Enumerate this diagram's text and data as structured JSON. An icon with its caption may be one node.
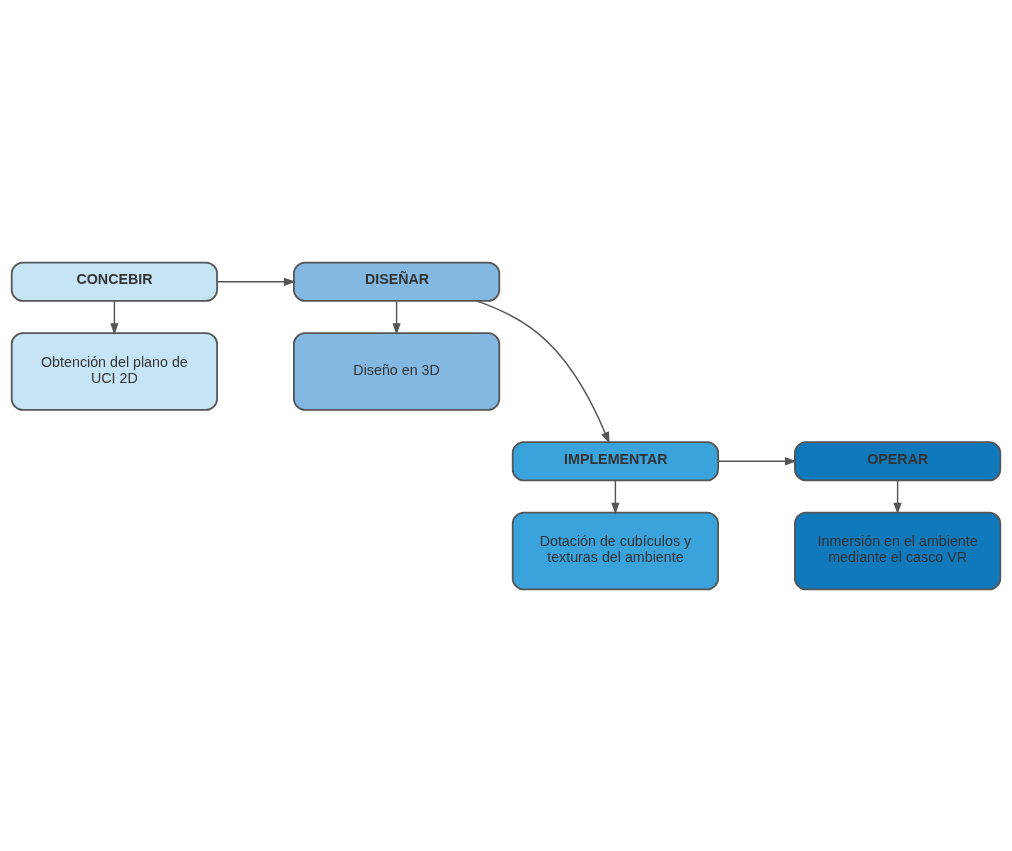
{
  "diagram": {
    "nodes": [
      {
        "text": [
          "CONCEBIR"
        ]
      },
      {
        "text": [
          "Obtención del plano de UCI 2D"
        ]
      },
      {
        "text": [
          "DISEÑAR"
        ]
      },
      {
        "text": [
          "Diseño en 3D"
        ]
      },
      {
        "text": [
          "OPERAR"
        ]
      },
      {
        "text": [
          "Inmersión en el ambiente mediante el casco VR"
        ]
      },
      {
        "text": [
          "IMPLEMENTAR"
        ]
      },
      {
        "text": [
          "Dotación de cubículos y texturas del ambiente"
        ]
      }
    ],
    "edges": [
      {
        "from": 0,
        "to": 2,
        "arrow": "to"
      },
      {
        "from": 0,
        "to": 1,
        "arrow": "to"
      },
      {
        "from": 2,
        "to": 3,
        "arrow": "to"
      },
      {
        "from": 2,
        "to": 6,
        "arrow": "to"
      },
      {
        "from": 6,
        "to": 4,
        "arrow": "to"
      },
      {
        "from": 6,
        "to": 7,
        "arrow": "to"
      },
      {
        "from": 4,
        "to": 5,
        "arrow": "to"
      }
    ]
  }
}
